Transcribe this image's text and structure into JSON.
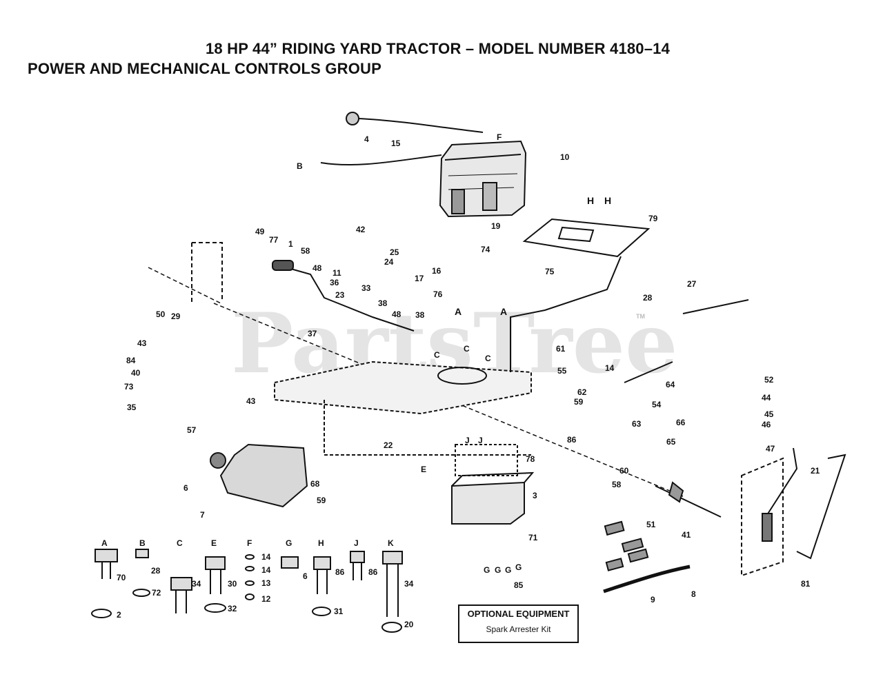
{
  "title": {
    "line1": "18 HP 44” RIDING YARD TRACTOR – MODEL NUMBER 4180–14",
    "line2": "POWER AND MECHANICAL CONTROLS GROUP"
  },
  "watermark": "PartsTree",
  "trademark": "TM",
  "optional_box": {
    "heading": "OPTIONAL EQUIPMENT",
    "item": "Spark Arrester Kit"
  },
  "part_numbers": [
    "15",
    "4",
    "10",
    "79",
    "77",
    "49",
    "58",
    "1",
    "42",
    "25",
    "19",
    "74",
    "48",
    "11",
    "24",
    "17",
    "16",
    "75",
    "33",
    "76",
    "36",
    "23",
    "28",
    "27",
    "50",
    "29",
    "38",
    "48",
    "38",
    "37",
    "43",
    "84",
    "40",
    "73",
    "35",
    "57",
    "43",
    "61",
    "14",
    "55",
    "62",
    "59",
    "54",
    "64",
    "52",
    "44",
    "45",
    "46",
    "47",
    "21",
    "63",
    "66",
    "65",
    "86",
    "60",
    "58",
    "22",
    "78",
    "3",
    "6",
    "7",
    "68",
    "59",
    "41",
    "51",
    "71",
    "85",
    "9",
    "8",
    "81"
  ],
  "hardware_legend": [
    {
      "letter": "A",
      "nums": [
        "70",
        "2"
      ]
    },
    {
      "letter": "B",
      "nums": [
        "28",
        "72"
      ]
    },
    {
      "letter": "C",
      "nums": [
        "34"
      ]
    },
    {
      "letter": "E",
      "nums": [
        "30",
        "32"
      ]
    },
    {
      "letter": "F",
      "nums": [
        "14",
        "14",
        "13",
        "12"
      ]
    },
    {
      "letter": "G",
      "nums": [
        "6"
      ]
    },
    {
      "letter": "H",
      "nums": [
        "86",
        "31"
      ]
    },
    {
      "letter": "J",
      "nums": [
        "86"
      ]
    },
    {
      "letter": "K",
      "nums": [
        "34",
        "20"
      ]
    }
  ],
  "reference_letters": [
    "F",
    "B",
    "A",
    "A",
    "H",
    "H",
    "C",
    "C",
    "C",
    "E",
    "J",
    "J",
    "G",
    "G",
    "G",
    "G"
  ]
}
